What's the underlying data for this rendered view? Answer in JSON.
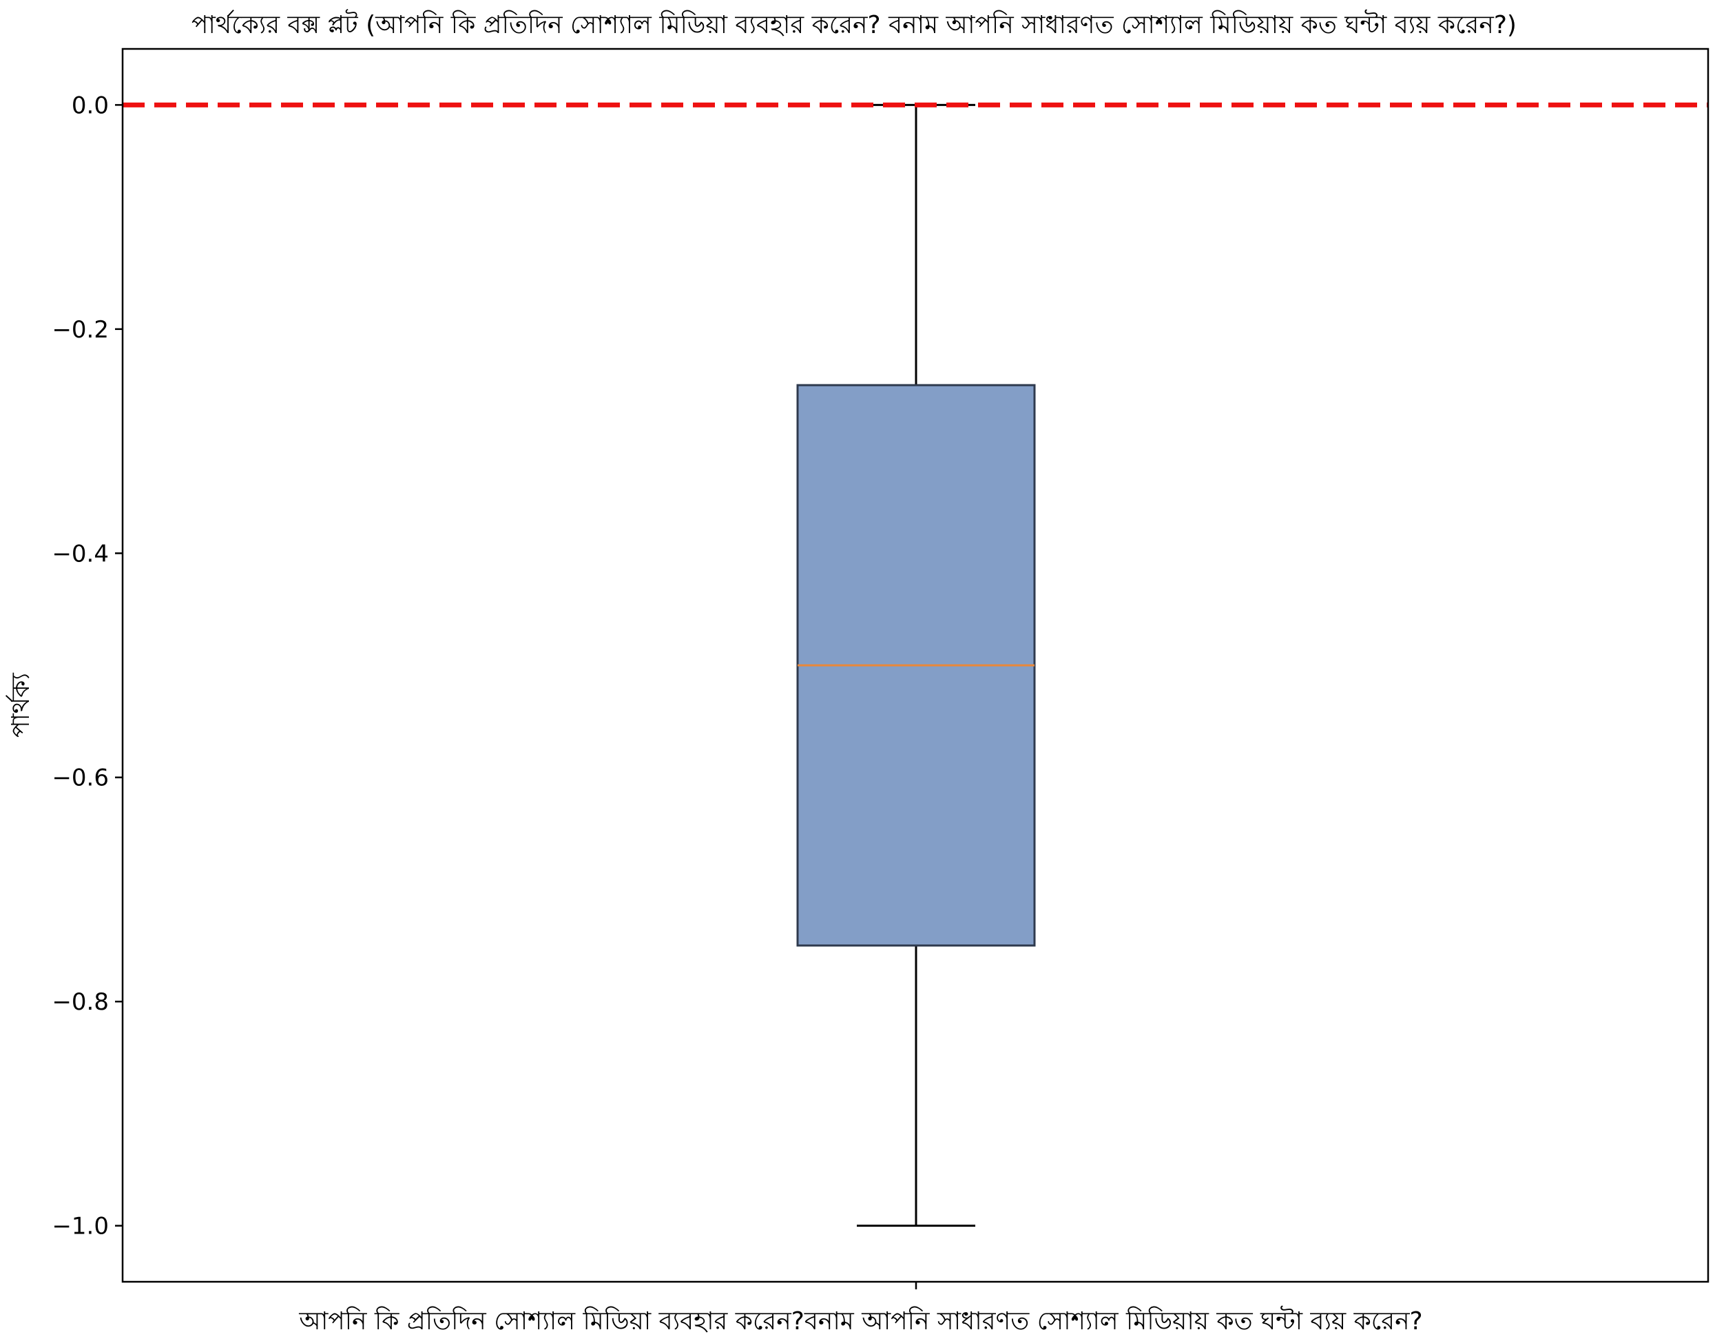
{
  "chart_data": {
    "type": "box",
    "title": "পার্থক্যের বক্স প্লট (আপনি কি প্রতিদিন সোশ্যাল মিডিয়া ব্যবহার করেন? বনাম আপনি সাধারণত সোশ্যাল মিডিয়ায় কত ঘন্টা ব্যয় করেন?)",
    "xlabel": "আপনি কি প্রতিদিন সোশ্যাল মিডিয়া ব্যবহার করেন?বনাম আপনি সাধারণত সোশ্যাল মিডিয়ায় কত ঘন্টা ব্যয় করেন?",
    "ylabel": "পার্থক্য",
    "ylim": [
      -1.05,
      0.05
    ],
    "yticks": [
      0.0,
      -0.2,
      -0.4,
      -0.6,
      -0.8,
      -1.0
    ],
    "ytick_labels": [
      "0.0",
      "−0.2",
      "−0.4",
      "−0.6",
      "−0.8",
      "−1.0"
    ],
    "box": {
      "whisker_low": -1.0,
      "q1": -0.75,
      "median": -0.5,
      "q3": -0.25,
      "whisker_high": 0.0
    },
    "reference_line": {
      "y": 0.0,
      "style": "dashed",
      "color": "#ee1111"
    },
    "colors": {
      "box_fill": "#839ec7",
      "box_edge": "#2f3a4e",
      "median": "#e8883a",
      "whisker": "#000000"
    },
    "grid": false,
    "legend": "none"
  }
}
